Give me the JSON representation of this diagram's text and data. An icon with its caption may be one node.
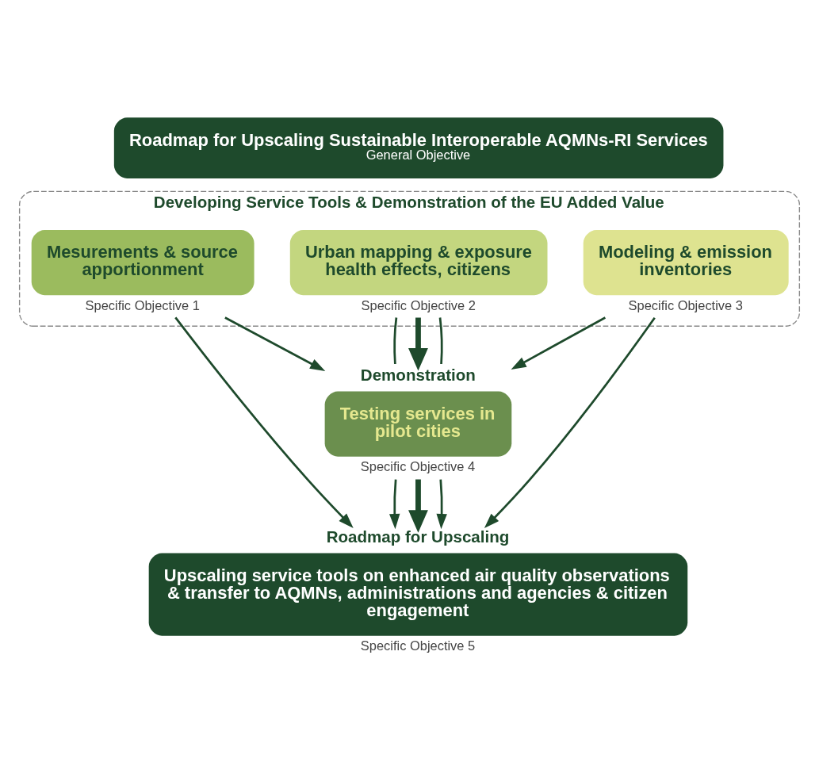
{
  "diagram": {
    "nodes": [
      {
        "text": [
          "Roadmap for Upscaling Sustainable Interoperable AQMNs-RI Services",
          "General Objective"
        ]
      },
      {
        "text": [
          "Developing Service Tools & Demonstration of the EU Added Value"
        ]
      },
      {
        "text": [
          "Mesurements & source apportionment"
        ],
        "in": 1,
        "beside": [
          "Specific Objective 1"
        ]
      },
      {
        "text": [
          "Urban mapping & exposure health effects, citizens"
        ],
        "in": 1,
        "beside": [
          "Specific Objective 2"
        ]
      },
      {
        "text": [
          "Modeling & emission inventories"
        ],
        "in": 1,
        "beside": [
          "Specific Objective 3"
        ]
      },
      {
        "text": [
          "Demonstration",
          "Testing services in pilot cities"
        ],
        "beside": [
          "Specific Objective 4"
        ]
      },
      {
        "text": [
          "Roadmap for Upscaling",
          "Upscaling service tools on enhanced air quality observations & transfer to AQMNs, administrations and agencies & citizen engagement"
        ],
        "beside": [
          "Specific Objective 5"
        ]
      }
    ],
    "edges": [
      {
        "from": 2,
        "to": 6,
        "arrow": "to"
      },
      {
        "from": 2,
        "to": 5,
        "arrow": "to"
      },
      {
        "from": 3,
        "to": 5,
        "arrow": "none"
      },
      {
        "from": 3,
        "to": 5,
        "arrow": "to",
        "style": "thick"
      },
      {
        "from": 3,
        "to": 5,
        "arrow": "none"
      },
      {
        "from": 4,
        "to": 5,
        "arrow": "to"
      },
      {
        "from": 4,
        "to": 6,
        "arrow": "to"
      },
      {
        "from": 5,
        "to": 6,
        "arrow": "to"
      },
      {
        "from": 5,
        "to": 6,
        "arrow": "to",
        "style": "thick"
      },
      {
        "from": 5,
        "to": 6,
        "arrow": "to"
      }
    ]
  }
}
